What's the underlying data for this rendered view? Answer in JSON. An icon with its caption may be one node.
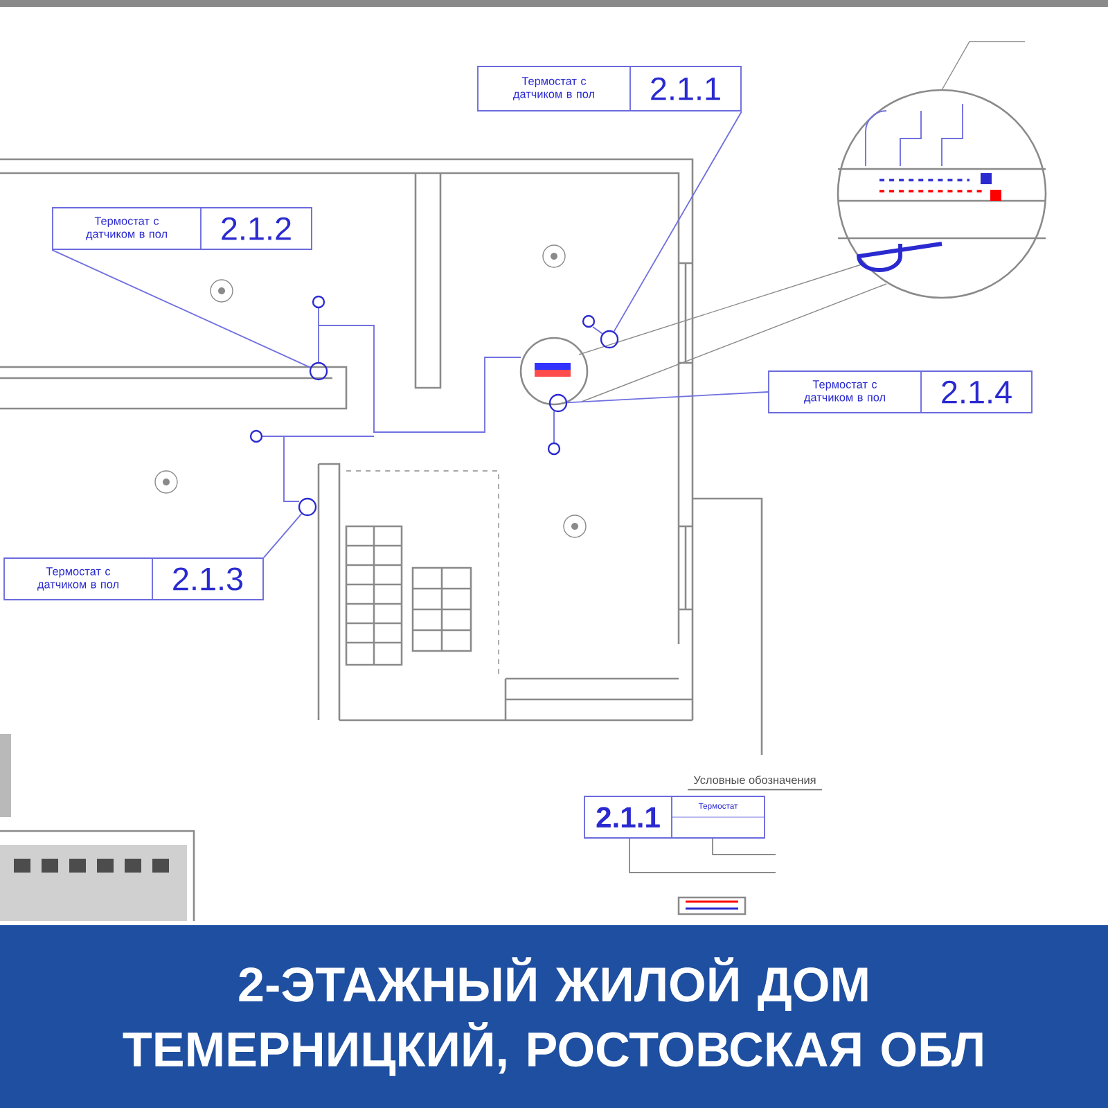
{
  "diagram": {
    "title": "2-ЭТАЖНЫЙ ЖИЛОЙ ДОМ ТЕМЕРНИЦКИЙ, РОСТОВСКАЯ ОБЛ",
    "nodes": [
      {
        "text": [
          "Термостат с датчиком в пол",
          "2.1.1"
        ]
      },
      {
        "text": [
          "Термостат с датчиком в пол",
          "2.1.2"
        ]
      },
      {
        "text": [
          "Термостат с датчиком в пол",
          "2.1.4"
        ]
      },
      {
        "text": [
          "Термостат с датчиком в пол",
          "2.1.3"
        ]
      },
      {
        "text": [],
        "shape": "circle"
      },
      {
        "text": [],
        "shape": "circle"
      },
      {
        "text": [],
        "shape": "circle"
      },
      {
        "text": [],
        "shape": "circle"
      },
      {
        "text": [
          "2.1.1",
          "Термостат"
        ]
      }
    ],
    "edges": [
      {
        "from": 0,
        "to": 4,
        "arrow": "none"
      },
      {
        "from": 1,
        "to": 5,
        "arrow": "none"
      },
      {
        "from": 2,
        "to": 6,
        "arrow": "none"
      },
      {
        "from": 3,
        "to": 7,
        "arrow": "none"
      },
      {
        "from": 8,
        "to": null,
        "arrow": "none"
      },
      {
        "from": 8,
        "to": null,
        "arrow": "none"
      }
    ],
    "labels": [
      "Условные обозначения"
    ]
  }
}
